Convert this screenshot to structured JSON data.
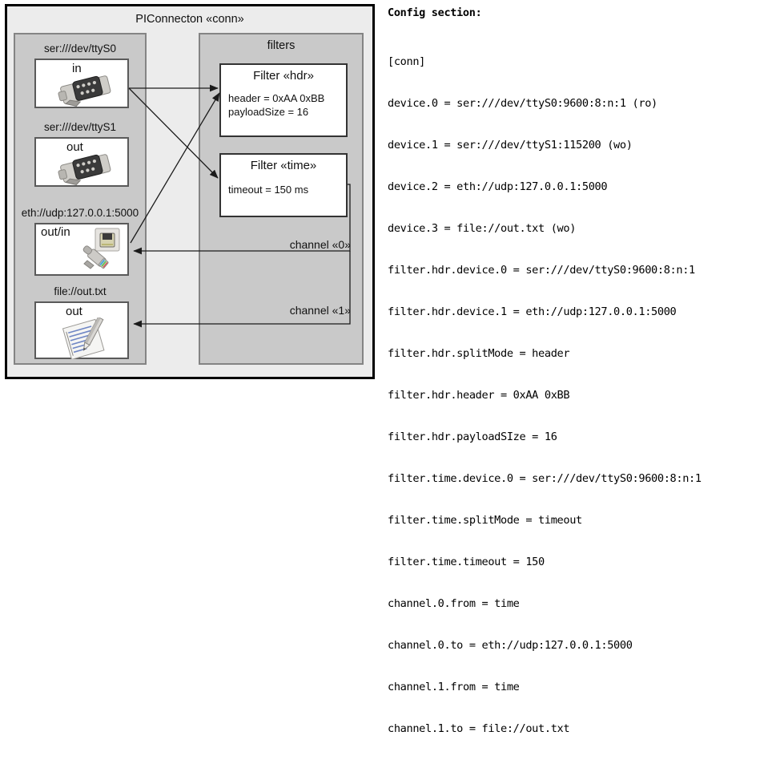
{
  "diagram": {
    "frame_title": "PIConnecton «conn»",
    "devices_panel": {
      "name": "devices",
      "items": [
        {
          "label": "ser:///dev/ttyS0",
          "caption": "in",
          "icon": "serial-db9-icon"
        },
        {
          "label": "ser:///dev/ttyS1",
          "caption": "out",
          "icon": "serial-db9-icon"
        },
        {
          "label": "eth://udp:127.0.0.1:5000",
          "caption": "out/in",
          "icon": "ethernet-jack-icon"
        },
        {
          "label": "file://out.txt",
          "caption": "out",
          "icon": "text-file-icon"
        }
      ]
    },
    "filters_panel": {
      "title": "filters",
      "filters": [
        {
          "title": "Filter «hdr»",
          "lines": [
            "header = 0xAA 0xBB",
            "payloadSize = 16"
          ]
        },
        {
          "title": "Filter «time»",
          "lines": [
            "timeout = 150 ms"
          ]
        }
      ],
      "channels": [
        {
          "label": "channel «0»"
        },
        {
          "label": "channel «1»"
        }
      ]
    }
  },
  "config": {
    "heading": "Config section:",
    "lines": [
      "[conn]",
      "device.0 = ser:///dev/ttyS0:9600:8:n:1 (ro)",
      "device.1 = ser:///dev/ttyS1:115200 (wo)",
      "device.2 = eth://udp:127.0.0.1:5000",
      "device.3 = file://out.txt (wo)",
      "filter.hdr.device.0 = ser:///dev/ttyS0:9600:8:n:1",
      "filter.hdr.device.1 = eth://udp:127.0.0.1:5000",
      "filter.hdr.splitMode = header",
      "filter.hdr.header = 0xAA 0xBB",
      "filter.hdr.payloadSIze = 16",
      "filter.time.device.0 = ser:///dev/ttyS0:9600:8:n:1",
      "filter.time.splitMode = timeout",
      "filter.time.timeout = 150",
      "channel.0.from = time",
      "channel.0.to = eth://udp:127.0.0.1:5000",
      "channel.1.from = time",
      "channel.1.to = file://out.txt"
    ]
  },
  "colors": {
    "frame_bg": "#ececec",
    "panel_bg": "#c9c9c9",
    "box_bg": "#ffffff",
    "border_dark": "#000000",
    "border_mid": "#5a5a5a",
    "text": "#111111"
  }
}
